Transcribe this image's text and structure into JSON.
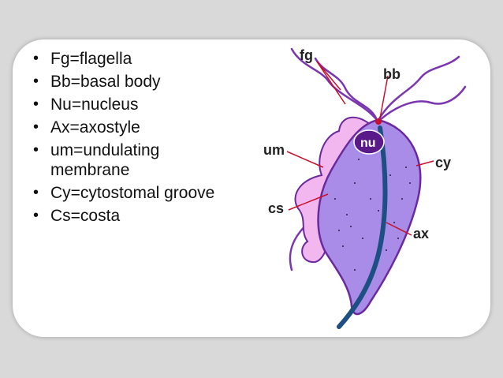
{
  "legend": {
    "items": [
      "Fg=flagella",
      "Bb=basal body",
      "Nu=nucleus",
      "Ax=axostyle",
      "um=undulating membrane",
      "Cy=cytostomal groove",
      "Cs=costa"
    ]
  },
  "diagram": {
    "labels": {
      "fg": "fg",
      "bb": "bb",
      "nu": "nu",
      "um": "um",
      "cy": "cy",
      "cs": "cs",
      "ax": "ax"
    },
    "colors": {
      "body": "#a98be8",
      "membrane": "#f3b7ef",
      "outline": "#6a2a9c",
      "flagella": "#7a35b0",
      "axostyle": "#1d4f82",
      "nucleus": "#5b1a8a",
      "pointer": "#c8102e"
    }
  }
}
